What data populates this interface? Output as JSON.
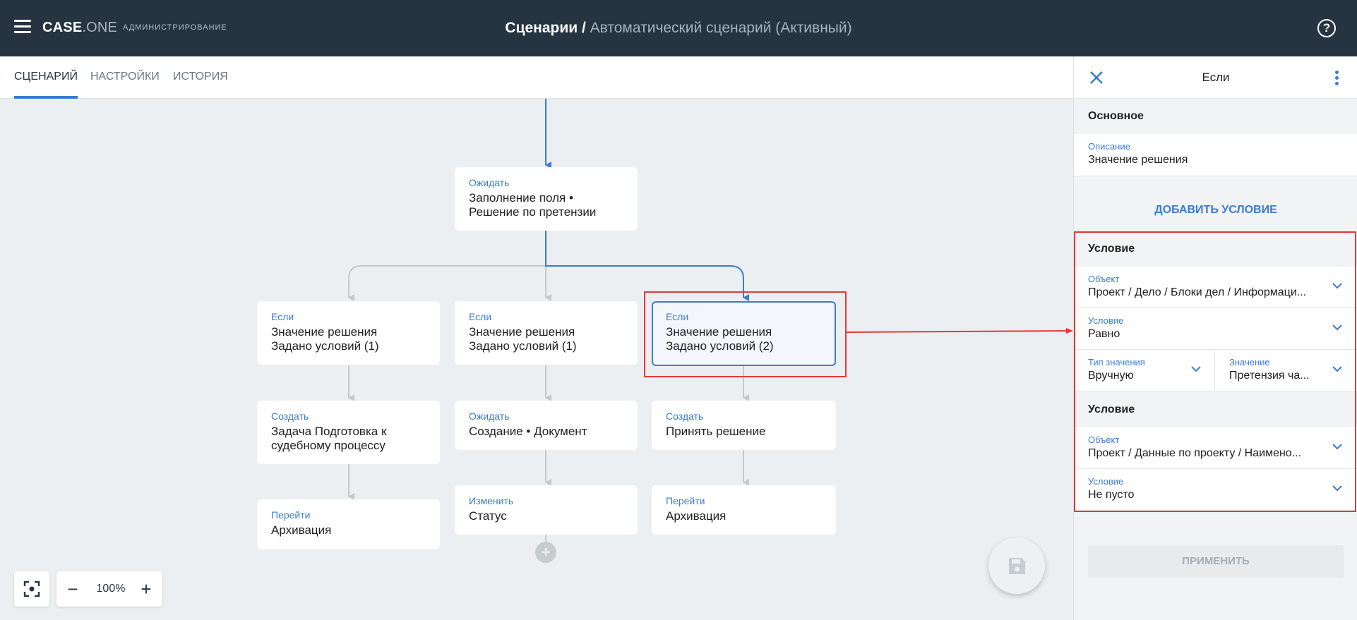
{
  "header": {
    "brand_main": "CASE",
    "brand_dot": ".",
    "brand_sub": "ONE",
    "section": "АДМИНИСТРИРОВАНИЕ",
    "title_main": "Сценарии / ",
    "title_sub": "Автоматический сценарий (Активный)",
    "help_symbol": "?"
  },
  "tabs": [
    {
      "label": "СЦЕНАРИЙ",
      "active": true
    },
    {
      "label": "НАСТРОЙКИ",
      "active": false
    },
    {
      "label": "ИСТОРИЯ",
      "active": false
    }
  ],
  "flow": {
    "nodes": [
      {
        "label": "Ожидать",
        "lines": [
          "Заполнение поля •",
          "Решение по претензии"
        ]
      },
      {
        "label": "Если",
        "lines": [
          "Значение решения",
          "Задано условий (1)"
        ]
      },
      {
        "label": "Если",
        "lines": [
          "Значение решения",
          "Задано условий (1)"
        ]
      },
      {
        "label": "Если",
        "lines": [
          "Значение решения",
          "Задано условий (2)"
        ],
        "selected": true
      },
      {
        "label": "Создать",
        "lines": [
          "Задача Подготовка к",
          "судебному процессу"
        ]
      },
      {
        "label": "Ожидать",
        "lines": [
          "Создание • Документ"
        ]
      },
      {
        "label": "Создать",
        "lines": [
          "Принять решение"
        ]
      },
      {
        "label": "Перейти",
        "lines": [
          "Архивация"
        ]
      },
      {
        "label": "Изменить",
        "lines": [
          "Статус"
        ]
      },
      {
        "label": "Перейти",
        "lines": [
          "Архивация"
        ]
      }
    ],
    "add_symbol": "+"
  },
  "zoom": {
    "value": "100%",
    "minus": "−",
    "plus": "+"
  },
  "panel": {
    "title": "Если",
    "main_section": "Основное",
    "description_label": "Описание",
    "description_value": "Значение решения",
    "add_condition": "ДОБАВИТЬ УСЛОВИЕ",
    "condition1": {
      "header": "Условие",
      "object_label": "Объект",
      "object_value": "Проект / Дело / Блоки дел / Информаци...",
      "condition_label": "Условие",
      "condition_value": "Равно",
      "value_type_label": "Тип значения",
      "value_type_value": "Вручную",
      "value_label": "Значение",
      "value_value": "Претензия ча..."
    },
    "condition2": {
      "header": "Условие",
      "object_label": "Объект",
      "object_value": "Проект / Данные по проекту / Наимено...",
      "condition_label": "Условие",
      "condition_value": "Не пусто"
    },
    "apply": "ПРИМЕНИТЬ"
  },
  "colors": {
    "header_bg": "#263442",
    "accent": "#3a7bd5",
    "highlight": "#e53935",
    "canvas_bg": "#eceff1"
  }
}
